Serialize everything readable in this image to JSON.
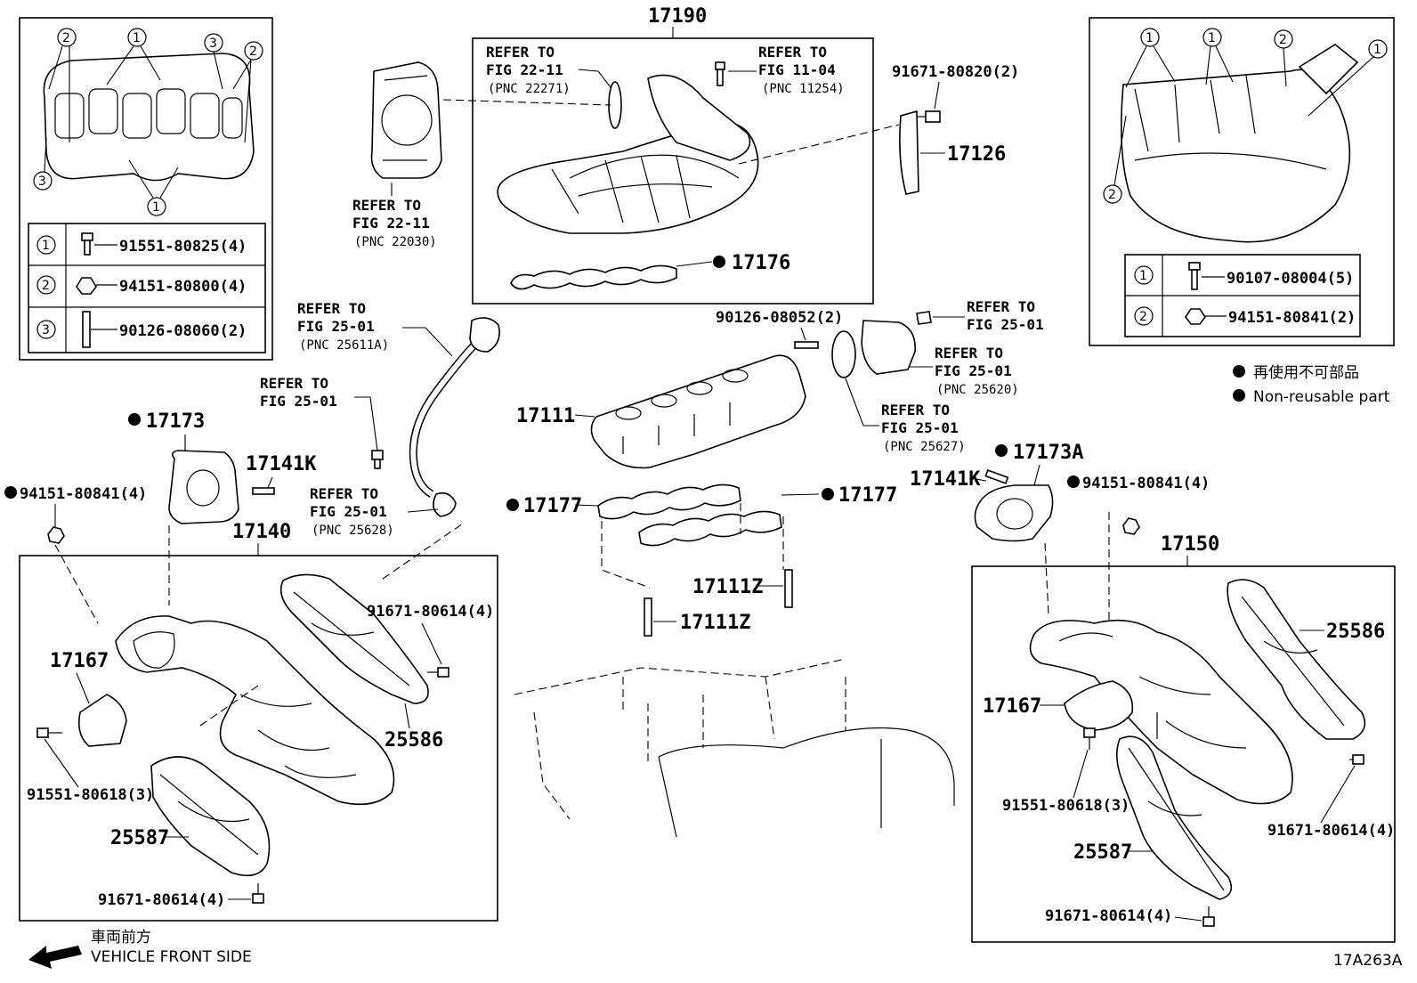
{
  "callouts": {
    "p17190": "17190",
    "p17126": "17126",
    "p17176": "17176",
    "p17111": "17111",
    "p17177a": "17177",
    "p17177b": "17177",
    "p17111Za": "17111Z",
    "p17111Zb": "17111Z",
    "p17173": "17173",
    "p17173A": "17173A",
    "p17141Ka": "17141K",
    "p17141Kb": "17141K",
    "p17140": "17140",
    "p17150": "17150",
    "p17167a": "17167",
    "p17167b": "17167",
    "p25586a": "25586",
    "p25586b": "25586",
    "p25587a": "25587",
    "p25587b": "25587",
    "b91671_80820": "91671-80820(2)",
    "b90126_08052": "90126-08052(2)",
    "b94151_80841_l": "94151-80841(4)",
    "b94151_80841_r": "94151-80841(4)",
    "b91671_80614_a": "91671-80614(4)",
    "b91671_80614_b": "91671-80614(4)",
    "b91671_80614_c": "91671-80614(4)",
    "b91671_80614_d": "91671-80614(4)",
    "b91551_80618_a": "91551-80618(3)",
    "b91551_80618_b": "91551-80618(3)"
  },
  "refs": {
    "r1": {
      "l1": "REFER TO",
      "l2": "FIG 22-11",
      "l3": "(PNC 22271)"
    },
    "r2": {
      "l1": "REFER TO",
      "l2": "FIG 11-04",
      "l3": "(PNC 11254)"
    },
    "r3": {
      "l1": "REFER TO",
      "l2": "FIG 22-11",
      "l3": "(PNC 22030)"
    },
    "r4": {
      "l1": "REFER TO",
      "l2": "FIG 25-01",
      "l3": "(PNC 25611A)"
    },
    "r5": {
      "l1": "REFER TO",
      "l2": "FIG 25-01"
    },
    "r6": {
      "l1": "REFER TO",
      "l2": "FIG 25-01",
      "l3": "(PNC 25628)"
    },
    "r7": {
      "l1": "REFER TO",
      "l2": "FIG 25-01"
    },
    "r8": {
      "l1": "REFER TO",
      "l2": "FIG 25-01",
      "l3": "(PNC 25620)"
    },
    "r9": {
      "l1": "REFER TO",
      "l2": "FIG 25-01",
      "l3": "(PNC 25627)"
    }
  },
  "legend_left": {
    "rows": [
      {
        "num": "1",
        "part": "91551-80825(4)"
      },
      {
        "num": "2",
        "part": "94151-80800(4)"
      },
      {
        "num": "3",
        "part": "90126-08060(2)"
      }
    ]
  },
  "legend_right": {
    "rows": [
      {
        "num": "1",
        "part": "90107-08004(5)"
      },
      {
        "num": "2",
        "part": "94151-80841(2)"
      }
    ]
  },
  "circle_labels": {
    "one": "1",
    "two": "2",
    "three": "3"
  },
  "notes": {
    "nonreusable_jp": "再使用不可部品",
    "nonreusable_en": "Non-reusable part"
  },
  "front": {
    "jp": "車両前方",
    "en": "VEHICLE FRONT SIDE"
  },
  "figure_code": "17A263A"
}
